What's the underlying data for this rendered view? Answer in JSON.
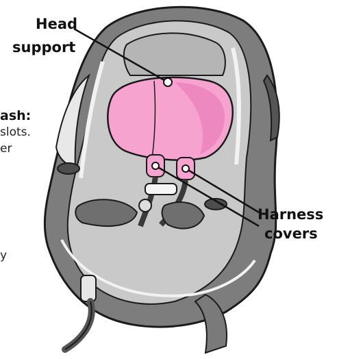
{
  "labels": {
    "head_support": [
      "Head",
      "support"
    ],
    "harness_covers": [
      "Harness",
      "covers"
    ]
  },
  "fragments": {
    "wash_heading": "ash:",
    "slots_text": "slots.",
    "partial_word": "er",
    "stray_char": "y"
  },
  "colors": {
    "pink_fill": "#f7a3cf",
    "pink_dark": "#e0459a",
    "seat_gray": "#8c8c8c",
    "seat_light": "#d3d3d3",
    "outline": "#1a1a1a"
  }
}
